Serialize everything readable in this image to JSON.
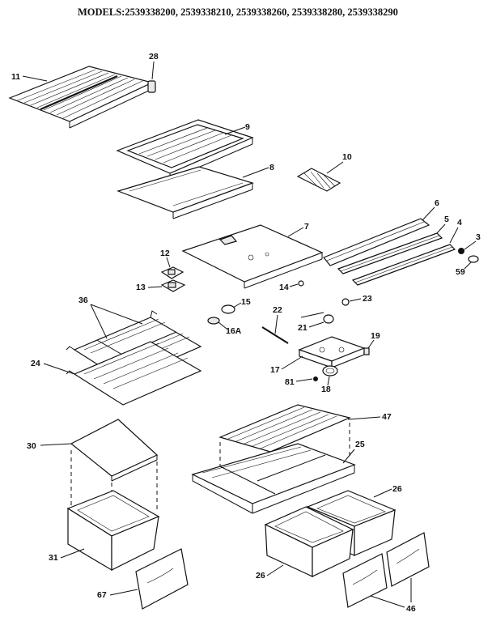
{
  "title": "MODELS:2539338200, 2539338210, 2539338260, 2539338280, 2539338290",
  "labels": {
    "p11": "11",
    "p28": "28",
    "p9": "9",
    "p8": "8",
    "p10": "10",
    "p6": "6",
    "p5": "5",
    "p4": "4",
    "p3": "3",
    "p7": "7",
    "p59": "59",
    "p12": "12",
    "p13": "13",
    "p14": "14",
    "p15": "15",
    "p16a": "16A",
    "p22": "22",
    "p23": "23",
    "p21": "21",
    "p19": "19",
    "p17": "17",
    "p81": "81",
    "p18": "18",
    "p36": "36",
    "p24": "24",
    "p47": "47",
    "p30": "30",
    "p25": "25",
    "p26a": "26",
    "p31": "31",
    "p26b": "26",
    "p67": "67",
    "p46": "46"
  }
}
